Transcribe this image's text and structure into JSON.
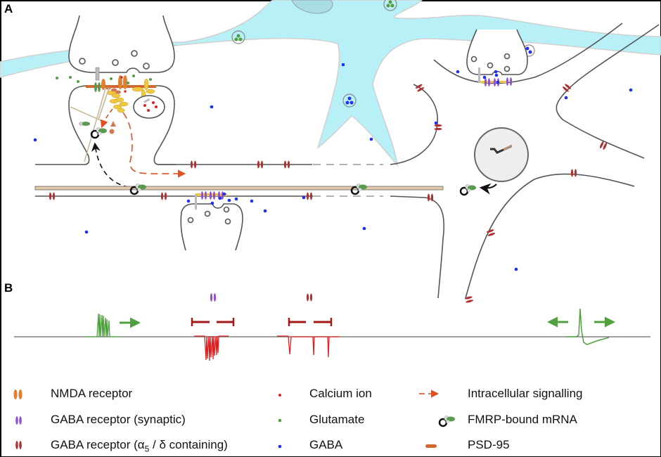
{
  "figure": {
    "panels": [
      {
        "id": "A",
        "label": "A",
        "description": "Schematic of neurons, astrocyte and synapses showing NMDA and GABA receptors, FMRP-bound mRNA transport and intracellular signalling"
      },
      {
        "id": "B",
        "label": "B",
        "description": "Electrophysiological traces: glutamatergic burst, synaptic GABA phasic currents, alpha5/delta tonic-like currents, and propagating action potential"
      }
    ],
    "colors": {
      "astrocyte_fill": "#b8f0f8",
      "astrocyte_edge": "#d0d0d0",
      "membrane": "#555555",
      "axon_shaft": "#e0c8a8",
      "nmda": "#e08030",
      "gaba_synaptic": "#9050d0",
      "gaba_extrasynaptic": "#b03030",
      "calcium": "#e02020",
      "glutamate": "#50a040",
      "gaba": "#2030f0",
      "signalling_arrow": "#e05020",
      "psd95": "#d06830",
      "scaffold_yellow": "#f0c840",
      "trace_green": "#50a040",
      "trace_red": "#e02020",
      "bar_dark_red": "#a01818"
    }
  },
  "panel_b": {
    "traces": [
      {
        "name": "glutamatergic-burst",
        "color": "green",
        "direction": "upward",
        "arrow": "right"
      },
      {
        "name": "synaptic-gaba-currents",
        "color": "red",
        "direction": "downward",
        "receptor": "GABA receptor (synaptic)"
      },
      {
        "name": "extrasynaptic-gaba-currents",
        "color": "red",
        "direction": "downward",
        "receptor": "GABA receptor (α5 / δ containing)"
      },
      {
        "name": "action-potential",
        "color": "green",
        "arrows": [
          "left",
          "right"
        ]
      }
    ]
  },
  "legend": {
    "items": [
      {
        "key": "nmda",
        "label": "NMDA receptor"
      },
      {
        "key": "gaba_syn",
        "label": "GABA receptor (synaptic)"
      },
      {
        "key": "gaba_a5",
        "label_main": "GABA receptor (α",
        "label_sub": "5",
        "label_tail": " / δ containing)"
      },
      {
        "key": "calcium",
        "label": "Calcium ion"
      },
      {
        "key": "glutamate",
        "label": "Glutamate"
      },
      {
        "key": "gaba",
        "label": "GABA"
      },
      {
        "key": "signalling",
        "label": "Intracellular signalling"
      },
      {
        "key": "fmrp",
        "label": "FMRP-bound mRNA"
      },
      {
        "key": "psd95",
        "label": "PSD-95"
      }
    ]
  }
}
